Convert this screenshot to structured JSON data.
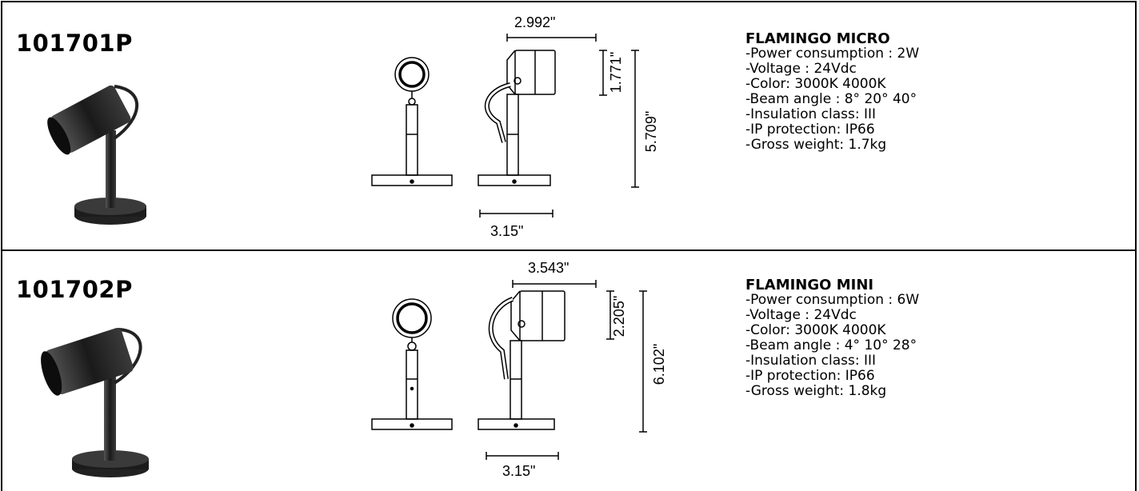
{
  "products": [
    {
      "code": "101701P",
      "name": "FLAMINGO MICRO",
      "specs": [
        "-Power consumption : 2W",
        "-Voltage : 24Vdc",
        "-Color: 3000K 4000K",
        "-Beam angle : 8° 20° 40°",
        "-Insulation class: III",
        "-IP protection: IP66",
        "-Gross weight: 1.7kg"
      ],
      "dims": {
        "head_width": "2.992\"",
        "head_height": "1.771\"",
        "total_height": "5.709\"",
        "base_width": "3.15\""
      }
    },
    {
      "code": "101702P",
      "name": "FLAMINGO MINI",
      "specs": [
        "-Power consumption : 6W",
        "-Voltage : 24Vdc",
        "-Color: 3000K 4000K",
        "-Beam angle : 4° 10° 28°",
        "-Insulation class: III",
        "-IP protection: IP66",
        "-Gross weight: 1.8kg"
      ],
      "dims": {
        "head_width": "3.543\"",
        "head_height": "2.205\"",
        "total_height": "6.102\"",
        "base_width": "3.15\""
      }
    }
  ]
}
